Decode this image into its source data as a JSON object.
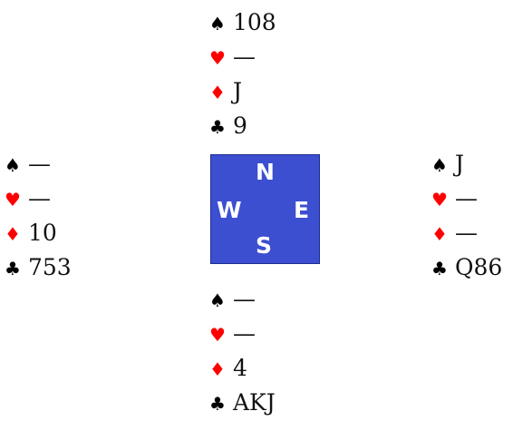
{
  "symbols": {
    "spade": "♠",
    "heart": "♥",
    "diamond": "♦",
    "club": "♣"
  },
  "suit_colors": {
    "spade": "#000000",
    "heart": "#ff0000",
    "diamond": "#ff0000",
    "club": "#000000"
  },
  "compass": {
    "bg_color": "#3c4fd1",
    "north": "N",
    "west": "W",
    "east": "E",
    "south": "S"
  },
  "hands": {
    "north": {
      "spades": "108",
      "hearts": "—",
      "diamonds": "J",
      "clubs": "9"
    },
    "west": {
      "spades": "—",
      "hearts": "—",
      "diamonds": "10",
      "clubs": "753"
    },
    "east": {
      "spades": "J",
      "hearts": "—",
      "diamonds": "—",
      "clubs": "Q86"
    },
    "south": {
      "spades": "—",
      "hearts": "—",
      "diamonds": "4",
      "clubs": "AKJ"
    }
  }
}
